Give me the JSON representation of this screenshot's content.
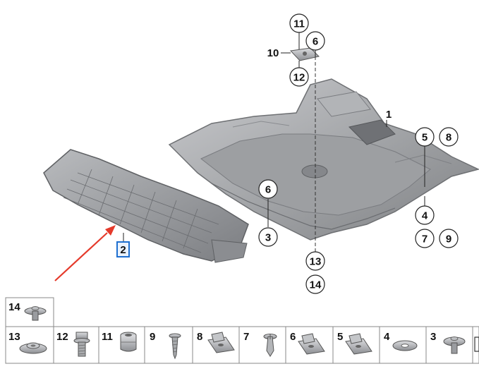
{
  "diagram": {
    "callouts": {
      "top_11": "11",
      "top_6": "6",
      "top_10": "10",
      "top_12": "12",
      "label_1": "1",
      "right_5": "5",
      "right_8": "8",
      "right_4": "4",
      "right_7": "7",
      "right_9": "9",
      "mid_6": "6",
      "mid_3": "3",
      "bottom_13": "13",
      "bottom_14": "14",
      "highlighted_2": "2"
    },
    "parts_table": {
      "top_row": [
        "14"
      ],
      "bottom_row": [
        "13",
        "12",
        "11",
        "9",
        "8",
        "7",
        "6",
        "5",
        "4",
        "3",
        ""
      ]
    },
    "colors": {
      "highlight_box": "#1e6fd0",
      "arrow": "#e53a2b",
      "part_gray": "#9a9ca0"
    }
  }
}
